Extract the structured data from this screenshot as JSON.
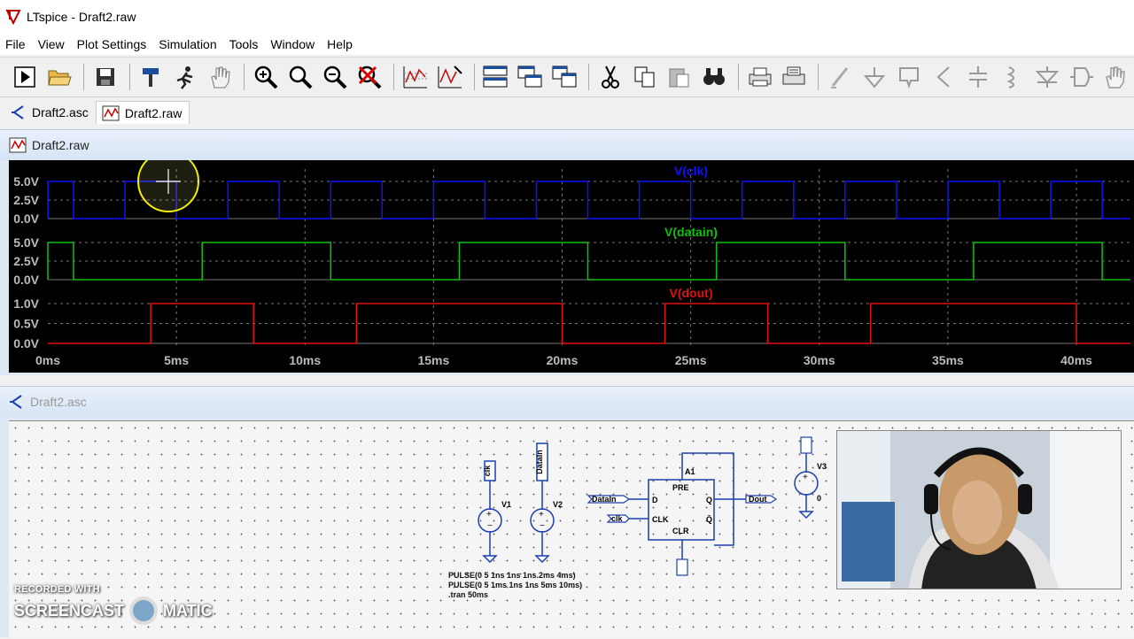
{
  "window": {
    "title": "LTspice - Draft2.raw"
  },
  "menu": [
    "File",
    "View",
    "Plot Settings",
    "Simulation",
    "Tools",
    "Window",
    "Help"
  ],
  "toolbar": {
    "buttons": [
      "run-icon",
      "open-icon",
      "save-icon",
      "hammer-icon",
      "halt-icon",
      "pan-hand-icon",
      "zoom-in-icon",
      "zoom-fit-icon",
      "zoom-out-icon",
      "autorange-icon",
      "plot-settings-icon",
      "measure-icon",
      "tile-horizontal-icon",
      "cascade-icon",
      "tile-vertical-icon",
      "cut-icon",
      "copy-icon",
      "paste-icon",
      "find-icon",
      "print-icon",
      "print-preview-icon",
      "wire-icon",
      "ground-icon",
      "label-icon",
      "resistor-icon",
      "capacitor-icon",
      "inductor-icon",
      "diode-icon",
      "component-icon",
      "move-hand-icon"
    ]
  },
  "tabs": [
    {
      "label": "Draft2.asc",
      "icon": "schematic-icon"
    },
    {
      "label": "Draft2.raw",
      "icon": "waveform-icon"
    }
  ],
  "waveform_window": {
    "title": "Draft2.raw"
  },
  "schematic_window": {
    "title": "Draft2.asc"
  },
  "chart_data": {
    "type": "line",
    "xlabel": "",
    "x_ticks": [
      "0ms",
      "5ms",
      "10ms",
      "15ms",
      "20ms",
      "25ms",
      "30ms",
      "35ms",
      "40ms"
    ],
    "xlim": [
      0,
      42.1
    ],
    "panes": [
      {
        "name": "V(clk)",
        "color": "#1010ff",
        "y_ticks": [
          "5.0V",
          "2.5V",
          "0.0V"
        ],
        "ylim": [
          0,
          5
        ],
        "x": [
          0,
          0,
          1,
          1,
          3,
          3,
          5,
          5,
          7,
          7,
          9,
          9,
          11,
          11,
          13,
          13,
          15,
          15,
          17,
          17,
          19,
          19,
          21,
          21,
          23,
          23,
          25,
          25,
          27,
          27,
          29,
          29,
          31,
          31,
          33,
          33,
          35,
          35,
          37,
          37,
          39,
          39,
          41,
          41,
          42.1
        ],
        "y": [
          0,
          5,
          5,
          0,
          0,
          5,
          5,
          0,
          0,
          5,
          5,
          0,
          0,
          5,
          5,
          0,
          0,
          5,
          5,
          0,
          0,
          5,
          5,
          0,
          0,
          5,
          5,
          0,
          0,
          5,
          5,
          0,
          0,
          5,
          5,
          0,
          0,
          5,
          5,
          0,
          0,
          5,
          5,
          0,
          0
        ]
      },
      {
        "name": "V(datain)",
        "color": "#10c010",
        "y_ticks": [
          "5.0V",
          "2.5V",
          "0.0V"
        ],
        "ylim": [
          0,
          5
        ],
        "x": [
          0,
          0,
          1,
          1,
          6,
          6,
          11,
          11,
          16,
          16,
          21,
          21,
          26,
          26,
          31,
          31,
          36,
          36,
          41,
          41,
          42.1
        ],
        "y": [
          0,
          5,
          5,
          0,
          0,
          5,
          5,
          0,
          0,
          5,
          5,
          0,
          0,
          5,
          5,
          0,
          0,
          5,
          5,
          0,
          0
        ]
      },
      {
        "name": "V(dout)",
        "color": "#e01010",
        "y_ticks": [
          "1.0V",
          "0.5V",
          "0.0V"
        ],
        "ylim": [
          0,
          1
        ],
        "x": [
          0,
          4,
          4,
          8,
          8,
          12,
          12,
          20,
          20,
          24,
          24,
          28,
          28,
          32,
          32,
          40,
          40,
          42.1
        ],
        "y": [
          0,
          0,
          1,
          1,
          0,
          0,
          1,
          1,
          0,
          0,
          1,
          1,
          0,
          0,
          1,
          1,
          0,
          0
        ]
      }
    ],
    "grid": true
  },
  "schematic": {
    "labels": {
      "clk": "clk",
      "datain": "DataIn",
      "dout": "Dout",
      "v1": "V1",
      "v2": "V2",
      "v3": "V3",
      "a1": "A1",
      "pre": "PRE",
      "clr": "CLR",
      "d": "D",
      "clk_pin": "CLK",
      "q": "Q",
      "qbar": "Q̄",
      "v3_val": "0"
    },
    "directives": [
      "PULSE(0 5 1ns 1ns 1ns.2ms 4ms)",
      "PULSE(0 5 1ms 1ns 1ns 5ms 10ms)",
      ".tran 50ms"
    ]
  },
  "watermark": {
    "line1": "RECORDED WITH",
    "line2a": "SCREENCAST",
    "line2b": "MATIC"
  }
}
